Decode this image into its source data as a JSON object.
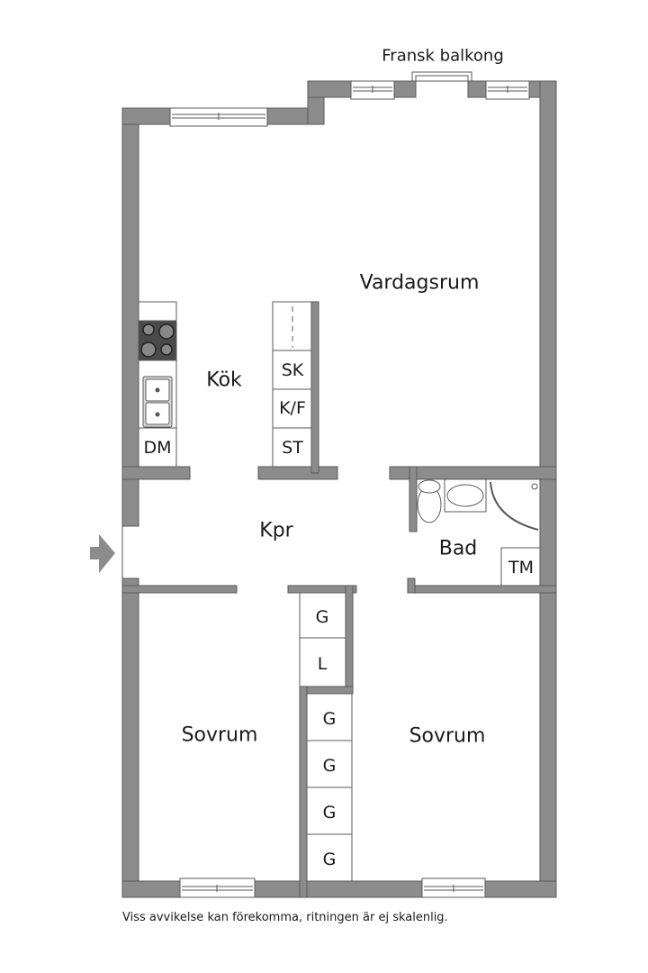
{
  "plan": {
    "balcony_label": "Fransk balkong",
    "rooms": {
      "living": "Vardagsrum",
      "kitchen": "Kök",
      "hallway": "Kpr",
      "bathroom": "Bad",
      "bedroom_left": "Sovrum",
      "bedroom_right": "Sovrum"
    },
    "kitchen_fixtures": {
      "dishwasher": "DM",
      "pantry": "SK",
      "fridge_freezer": "K/F",
      "tall_cabinet": "ST"
    },
    "bathroom_fixtures": {
      "washing_machine": "TM"
    },
    "closets": [
      {
        "label": "G"
      },
      {
        "label": "L"
      },
      {
        "label": "G"
      },
      {
        "label": "G"
      },
      {
        "label": "G"
      },
      {
        "label": "G"
      }
    ],
    "colors": {
      "wall": "#8c8c8c",
      "wall_stroke": "#5a5a5a",
      "stove": "#4a4a4a"
    }
  },
  "footer": {
    "disclaimer": "Viss avvikelse kan förekomma, ritningen är ej skalenlig."
  }
}
